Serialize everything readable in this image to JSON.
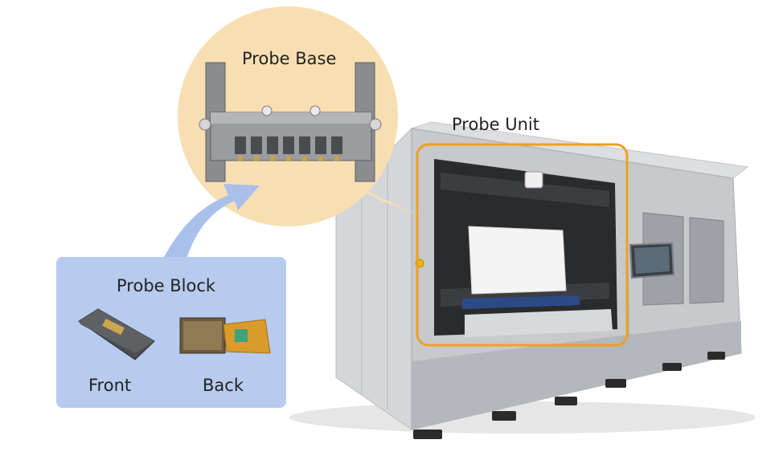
{
  "labels": {
    "probe_base": "Probe Base",
    "probe_unit": "Probe Unit",
    "probe_block": "Probe Block",
    "front": "Front",
    "back": "Back"
  },
  "colors": {
    "callout_fill": "#f8dfb3",
    "block_panel_fill": "#b7cbee",
    "arrow_fill": "#a9c0ea",
    "highlight_frame": "#f0a020",
    "machine_body": "#c7c9cc",
    "machine_dark": "#2a2b2d"
  }
}
